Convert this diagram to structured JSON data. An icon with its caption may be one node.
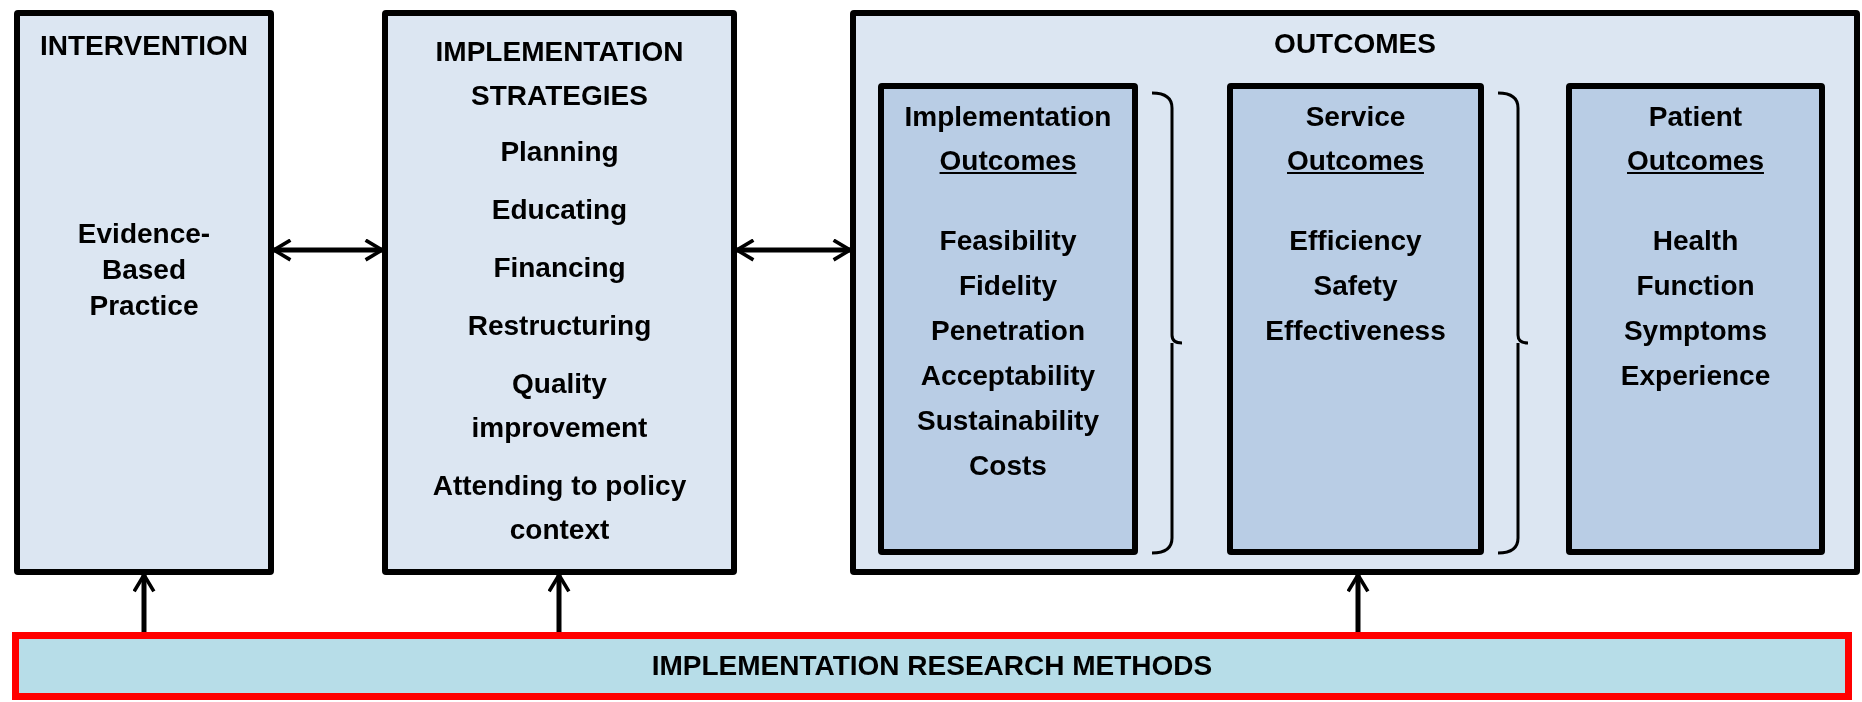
{
  "diagram": {
    "nodes": [
      {
        "text": [
          "INTERVENTION",
          "Evidence-Based Practice"
        ]
      },
      {
        "text": [
          "IMPLEMENTATION STRATEGIES",
          "Planning",
          "Educating",
          "Financing",
          "Restructuring",
          "Quality improvement",
          "Attending to policy context"
        ]
      },
      {
        "text": [
          "OUTCOMES"
        ]
      },
      {
        "text": [
          "Implementation",
          "Outcomes",
          "Feasibility",
          "Fidelity",
          "Penetration",
          "Acceptability",
          "Sustainability",
          "Costs"
        ],
        "in": 2
      },
      {
        "text": [
          "Service",
          "Outcomes",
          "Efficiency",
          "Safety",
          "Effectiveness"
        ],
        "in": 2
      },
      {
        "text": [
          "Patient",
          "Outcomes",
          "Health",
          "Function",
          "Symptoms",
          "Experience"
        ],
        "in": 2
      },
      {
        "text": [
          "IMPLEMENTATION RESEARCH METHODS"
        ]
      }
    ],
    "edges": [
      {
        "from": 0,
        "to": 1,
        "arrow": "both"
      },
      {
        "from": 1,
        "to": 2,
        "arrow": "both"
      },
      {
        "from": 6,
        "to": 0,
        "arrow": "to"
      },
      {
        "from": 6,
        "to": 1,
        "arrow": "to"
      },
      {
        "from": 6,
        "to": 2,
        "arrow": "to"
      }
    ]
  }
}
